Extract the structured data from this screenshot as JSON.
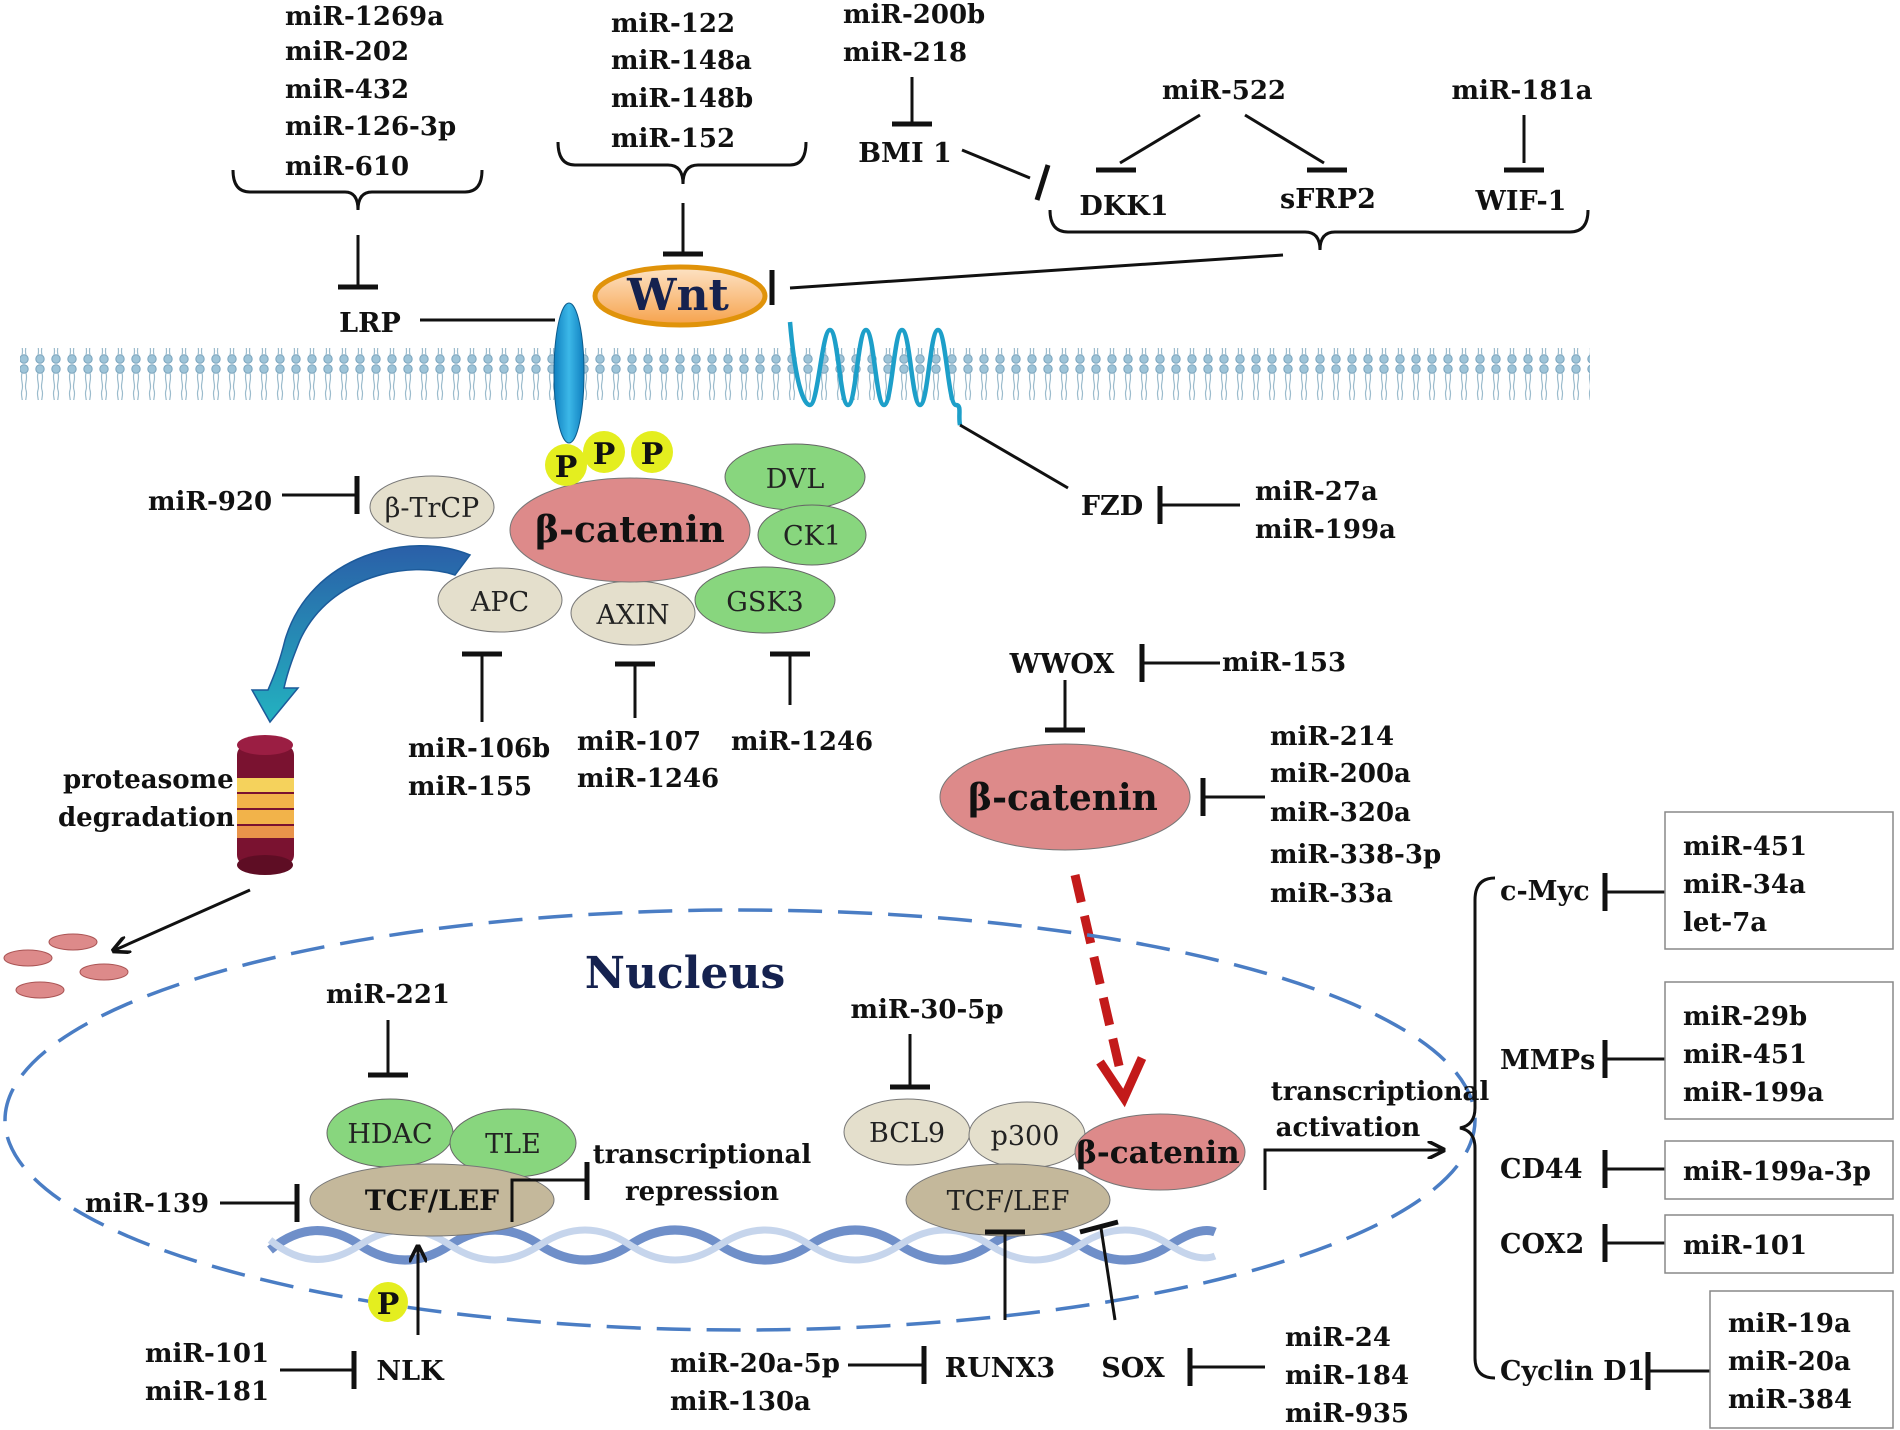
{
  "mir_groups": {
    "lrp": [
      "miR-1269a",
      "miR-202",
      "miR-432",
      "miR-126-3p",
      "miR-610"
    ],
    "wnt": [
      "miR-122",
      "miR-148a",
      "miR-148b",
      "miR-152"
    ],
    "bmi1": [
      "miR-200b",
      "miR-218"
    ],
    "dkk_sfrp": "miR-522",
    "wif": "miR-181a",
    "trcp": "miR-920",
    "fzd": [
      "miR-27a",
      "miR-199a"
    ],
    "apc": [
      "miR-106b",
      "miR-155"
    ],
    "axin": [
      "miR-107",
      "miR-1246"
    ],
    "gsk3": "miR-1246",
    "wwox": "miR-153",
    "beta_cat": [
      "miR-214",
      "miR-200a",
      "miR-320a",
      "miR-338-3p",
      "miR-33a"
    ],
    "hdac": "miR-221",
    "tcf_left": "miR-139",
    "bcl9": "miR-30-5p",
    "nlk": [
      "miR-101",
      "miR-181"
    ],
    "runx3": [
      "miR-20a-5p",
      "miR-130a"
    ],
    "sox": [
      "miR-24",
      "miR-184",
      "miR-935"
    ]
  },
  "proteins": {
    "lrp": "LRP",
    "wnt": "Wnt",
    "bmi1": "BMI 1",
    "dkk1": "DKK1",
    "sfrp2": "sFRP2",
    "wif1": "WIF-1",
    "fzd": "FZD",
    "trcp": "β-TrCP",
    "beta_catenin": "β-catenin",
    "dvl": "DVL",
    "ck1": "CK1",
    "apc": "APC",
    "axin": "AXIN",
    "gsk3": "GSK3",
    "p": "P",
    "wwox": "WWOX",
    "hdac": "HDAC",
    "tle": "TLE",
    "tcf_lef": "TCF/LEF",
    "bcl9": "BCL9",
    "p300": "p300",
    "nlk": "NLK",
    "runx3": "RUNX3",
    "sox": "SOX"
  },
  "labels": {
    "proteasome_1": "proteasome",
    "proteasome_2": "degradation",
    "nucleus": "Nucleus",
    "repression_1": "transcriptional",
    "repression_2": "repression",
    "activation_1": "transcriptional",
    "activation_2": "activation"
  },
  "targets": [
    {
      "name": "c-Myc",
      "mirs": [
        "miR-451",
        "miR-34a",
        "let-7a"
      ]
    },
    {
      "name": "MMPs",
      "mirs": [
        "miR-29b",
        "miR-451",
        "miR-199a"
      ]
    },
    {
      "name": "CD44",
      "mirs": [
        "miR-199a-3p"
      ]
    },
    {
      "name": "COX2",
      "mirs": [
        "miR-101"
      ]
    },
    {
      "name": "Cyclin D1",
      "mirs": [
        "miR-19a",
        "miR-20a",
        "miR-384"
      ]
    }
  ],
  "colors": {
    "green": "#88d67e",
    "beige": "#e4dfcc",
    "pink": "#dd8a8a",
    "tcf": "#c4b89b",
    "p_yellow": "#e4ee1f",
    "membrane": "#8eb6cc",
    "fzd_blue": "#1d9fc9",
    "lrp_blue": "#1fa2d6",
    "nucleus_line": "#4a7dc4",
    "red_arrow": "#c31a1a",
    "dark_navy": "#15224f"
  }
}
